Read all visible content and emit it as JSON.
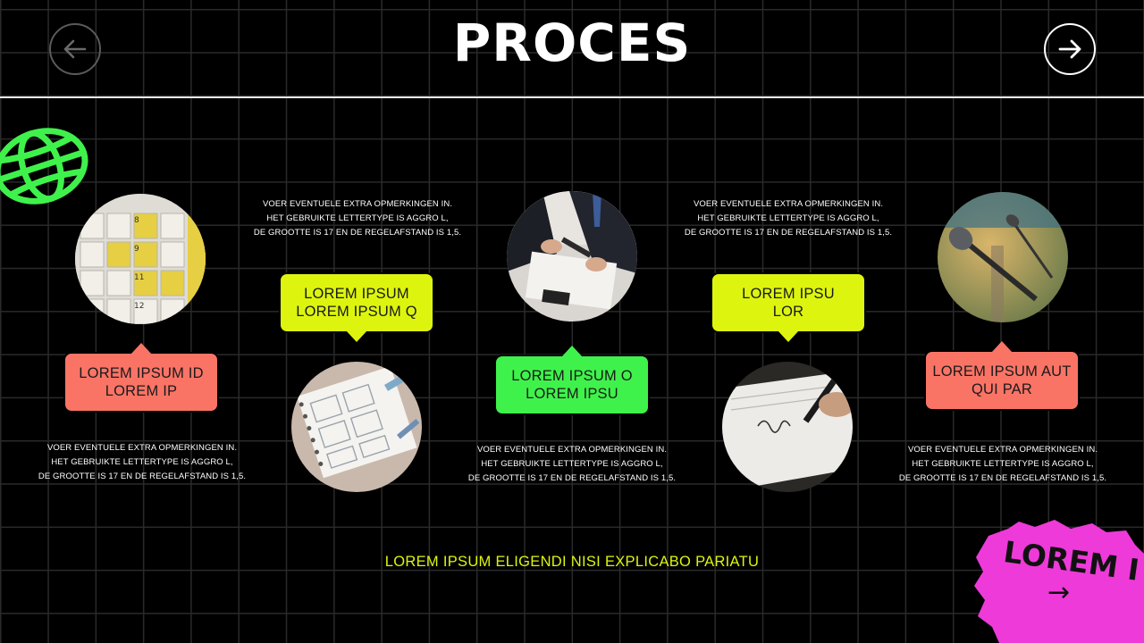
{
  "header": {
    "title": "PROCES",
    "prev_icon": "arrow-left-icon",
    "next_icon": "arrow-right-icon"
  },
  "colors": {
    "salmon": "#fa7466",
    "lime": "#ddf50e",
    "green": "#3ff24b",
    "magenta": "#ee3ad9"
  },
  "note_lines": [
    "VOER EVENTUELE EXTRA OPMERKINGEN IN.",
    "HET GEBRUIKTE LETTERTYPE IS AGGRO L,",
    "DE GROOTTE IS 17 EN DE REGELAFSTAND IS 1,5."
  ],
  "steps": [
    {
      "photo": "calendar-photo",
      "label_1": "LOREM IPSUM ID",
      "label_2": "LOREM IP"
    },
    {
      "photo": "sketchbook-photo",
      "label_1": "LOREM IPSUM",
      "label_2": "LOREM IPSUM Q"
    },
    {
      "photo": "meeting-photo",
      "label_1": "LOREM IPSUM O",
      "label_2": "LOREM IPSU"
    },
    {
      "photo": "signing-photo",
      "label_1": "LOREM IPSU",
      "label_2": "LOR"
    },
    {
      "photo": "microphone-photo",
      "label_1": "LOREM IPSUM AUT",
      "label_2": "QUI PAR"
    }
  ],
  "footer": {
    "text": "LOREM IPSUM ELIGENDI NISI EXPLICABO PARIATU"
  },
  "sticker": {
    "text": "LOREM I",
    "arrow": "→"
  }
}
